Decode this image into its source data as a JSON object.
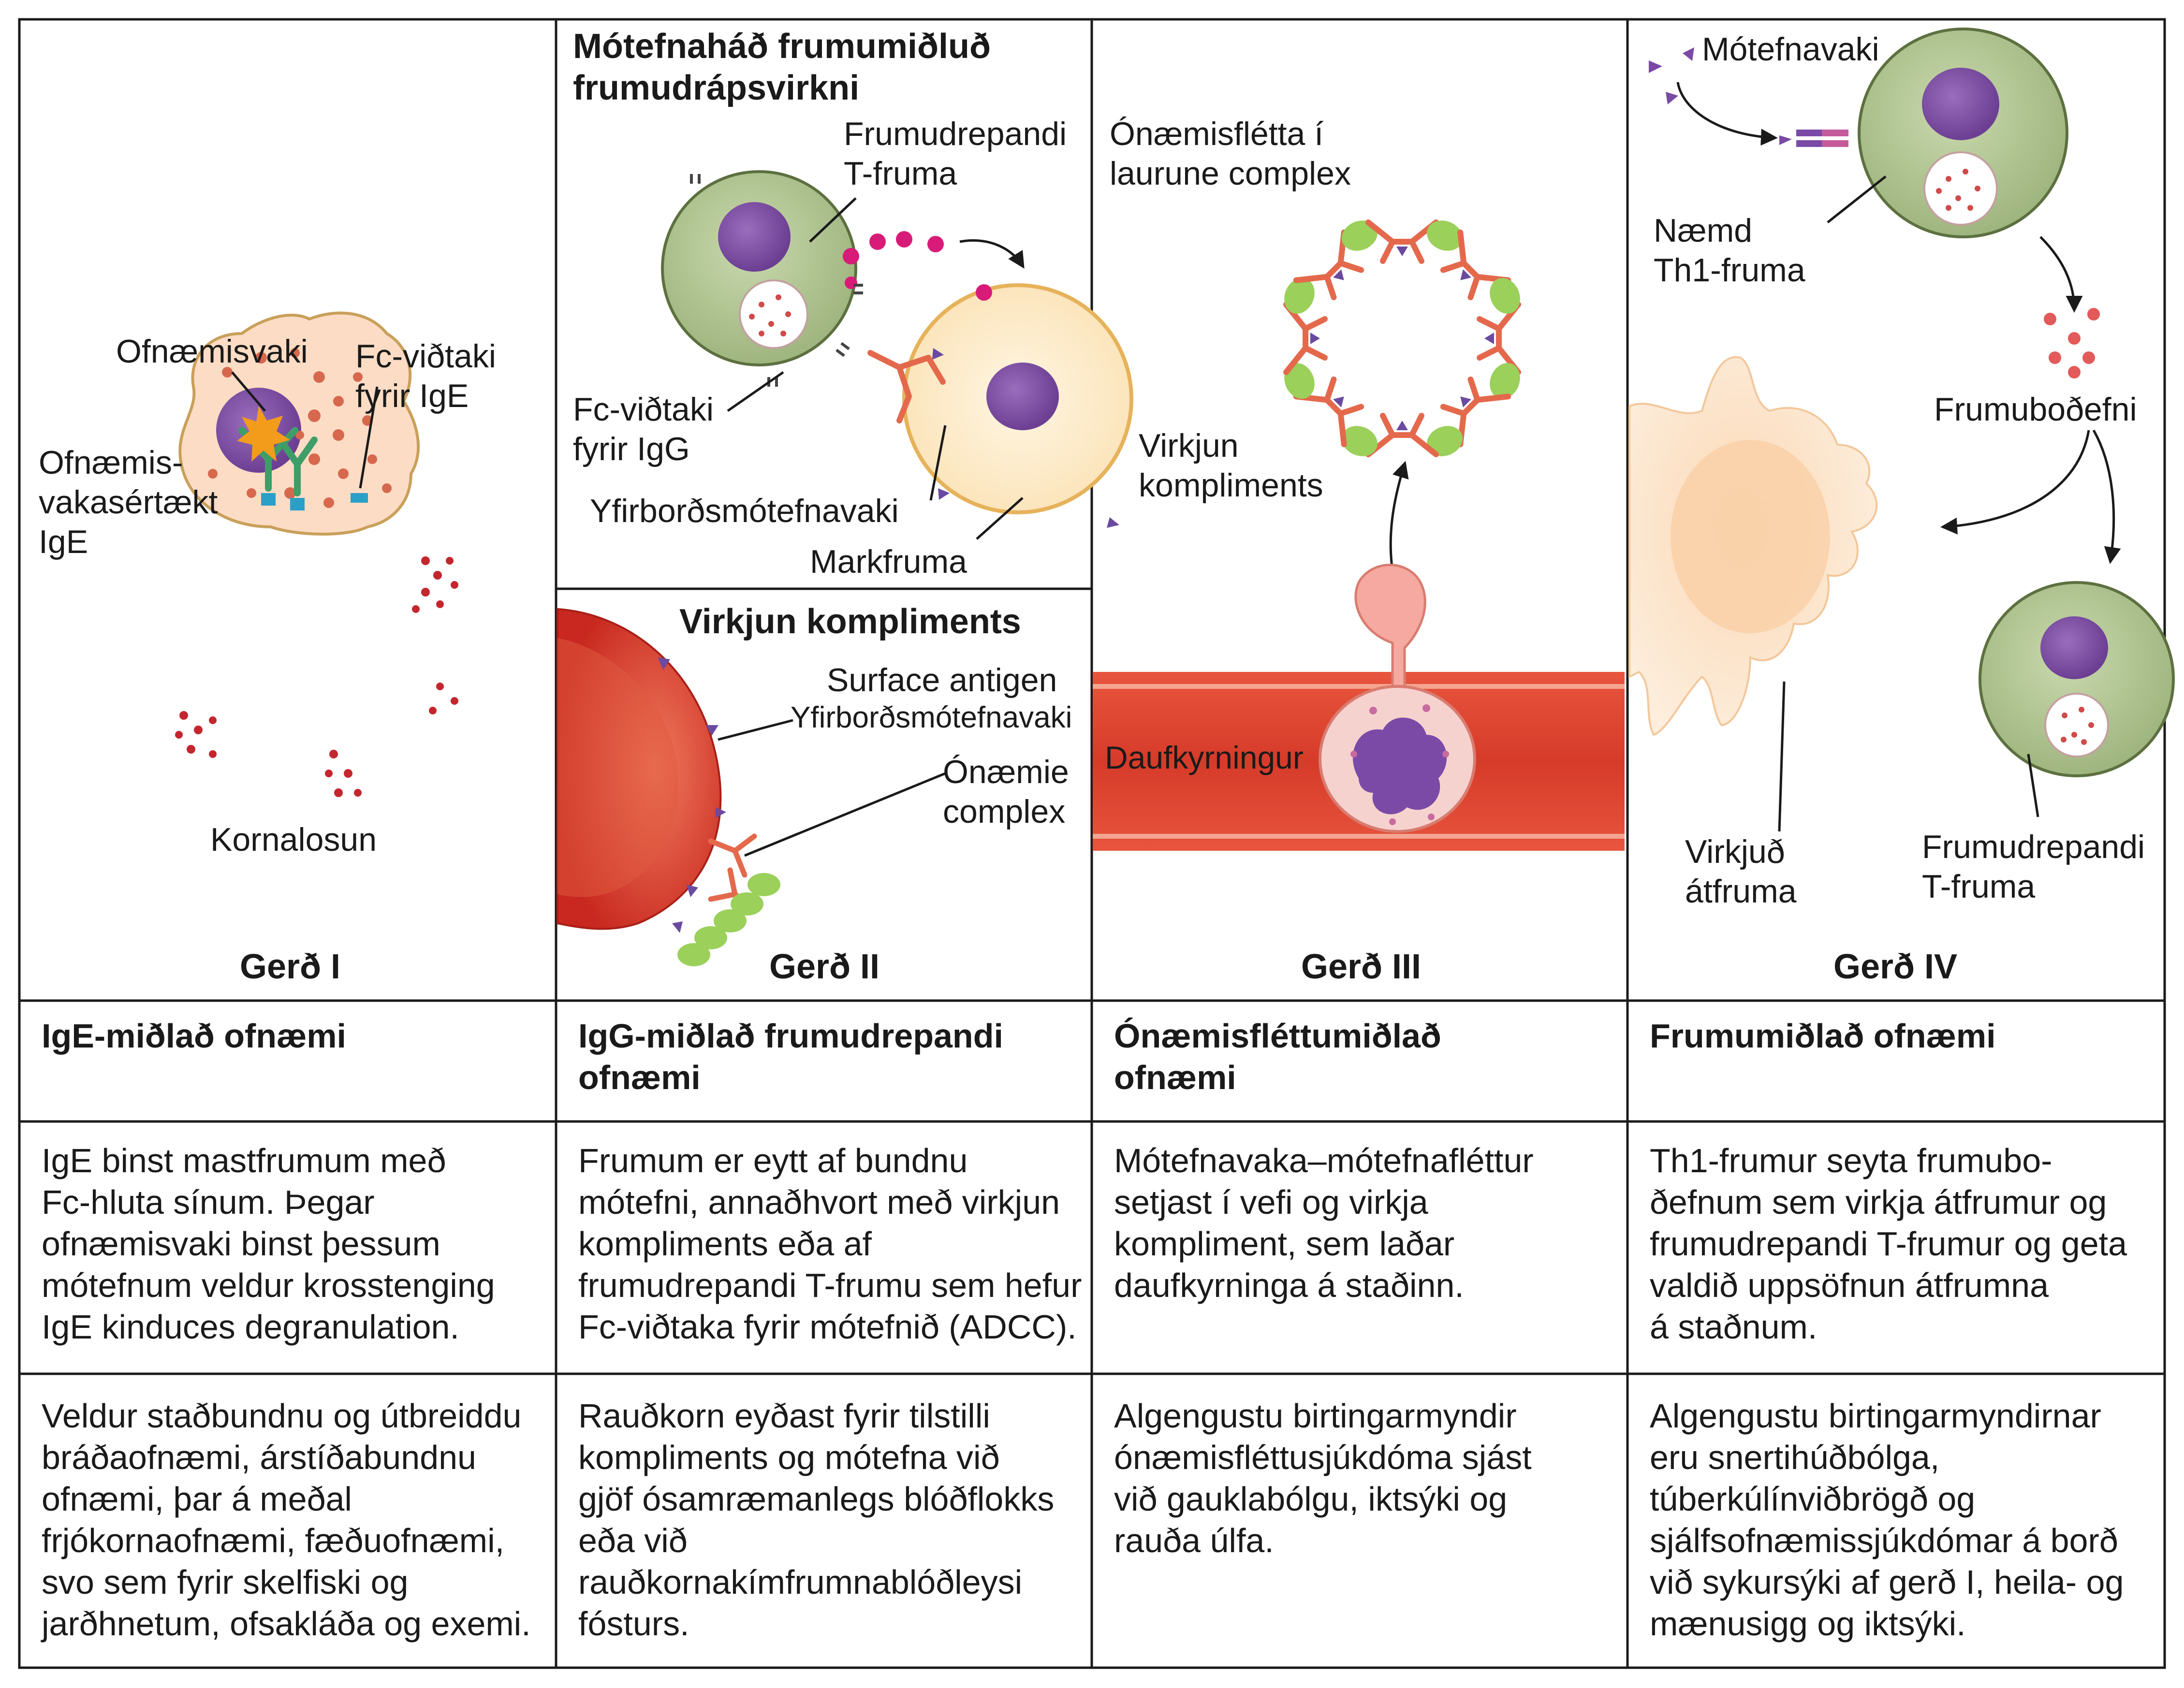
{
  "colors": {
    "t_cell_fill": "#a9bf8c",
    "t_cell_edge": "#5d7040",
    "nucleus": "#7e4fa2",
    "mast_fill": "#fbdcc6",
    "granule": "#c4262e",
    "rbc": "#d8372b",
    "antibody": "#e4694c",
    "complement": "#9bd05a",
    "macrophage": "#fde3c9"
  },
  "panels": [
    {
      "type_label": "Gerð I",
      "labels": {
        "allergen": "Ofnæmisvaki",
        "fc_receptor": "Fc-viðtaki\nfyrir IgE",
        "ige": "Ofnæmis-\nvakasértækt\nIgE",
        "degranulation": "Kornalosun"
      }
    },
    {
      "type_label": "Gerð II",
      "sections": {
        "adcc_title": "Mótefnaháð frumumiðluð\nfrumudrápsvirkni",
        "complement_title": "Virkjun kompliments"
      },
      "labels": {
        "cytotoxic_t": "Frumudrepandi\nT-fruma",
        "fc_igg": "Fc-viðtaki\nfyrir IgG",
        "surface_antigen_1": "Yfirborðsmótefnavaki",
        "target_cell": "Markfruma",
        "surface_antigen_en": "Surface antigen",
        "surface_antigen_2": "Yfirborðsmótefnavaki",
        "immune_complex": "Ónæmie\ncomplex"
      }
    },
    {
      "type_label": "Gerð III",
      "labels": {
        "immune_complex": "Ónæmisflétta í\nlaurune complex",
        "complement_activation": "Virkjun\nkompliments",
        "neutrophil": "Daufkyrningur"
      }
    },
    {
      "type_label": "Gerð IV",
      "labels": {
        "antigen": "Mótefnavaki",
        "th1": "Næmd\nTh1-fruma",
        "cytokines": "Frumuboðefni",
        "macrophage": "Virkjuð\nátfruma",
        "cytotoxic_t": "Frumudrepandi\nT-fruma"
      }
    }
  ],
  "table": {
    "titles": [
      "IgE-miðlað ofnæmi",
      "IgG-miðlað frumudrepandi\nofnæmi",
      "Ónæmisfléttumiðlað\nofnæmi",
      "Frumumiðlað ofnæmi"
    ],
    "mechanisms": [
      "IgE binst mastfrumum með\nFc-hluta sínum. Þegar\nofnæmisvaki binst þessum\nmótefnum veldur krosstenging\nIgE kinduces degranulation.",
      "Frumum er eytt af bundnu\nmótefni, annaðhvort með virkjun\nkompliments eða af\nfrumudrepandi T-frumu sem hefur\nFc-viðtaka fyrir mótefnið (ADCC).",
      "Mótefnavaka–mótefnafléttur\nsetjast í vefi og virkja\nkompliment, sem laðar\ndaufkyrninga á staðinn.",
      "Th1-frumur seyta frumubo-\nðefnum sem virkja átfrumur og\nfrumudrepandi T-frumur og geta\nvaldið uppsöfnun átfrumna\ná staðnum."
    ],
    "examples": [
      "Veldur staðbundnu og útbreiddu\nbráðaofnæmi, árstíðabundnu\nofnæmi, þar á meðal\nfrjókornaofnæmi, fæðuofnæmi,\nsvo sem fyrir skelfiski og\njarðhnetum, ofsakláða og exemi.",
      "Rauðkorn eyðast fyrir tilstilli\nkompliments og mótefna við\ngjöf ósamræmanlegs blóðflokks\neða við\nrauðkornakímfrumnablóðleysi\nfósturs.",
      "Algengustu birtingarmyndir\nónæmisfléttusjúkdóma sjást\nvið gauklabólgu, iktsýki og\nrauða úlfa.",
      "Algengustu birtingarmyndirnar\neru snertihúðbólga,\ntúberkúlínviðbrögð og\nsjálfsofnæmissjúkdómar á borð\nvið sykursýki af gerð I, heila- og\nmænusigg og iktsýki."
    ]
  }
}
